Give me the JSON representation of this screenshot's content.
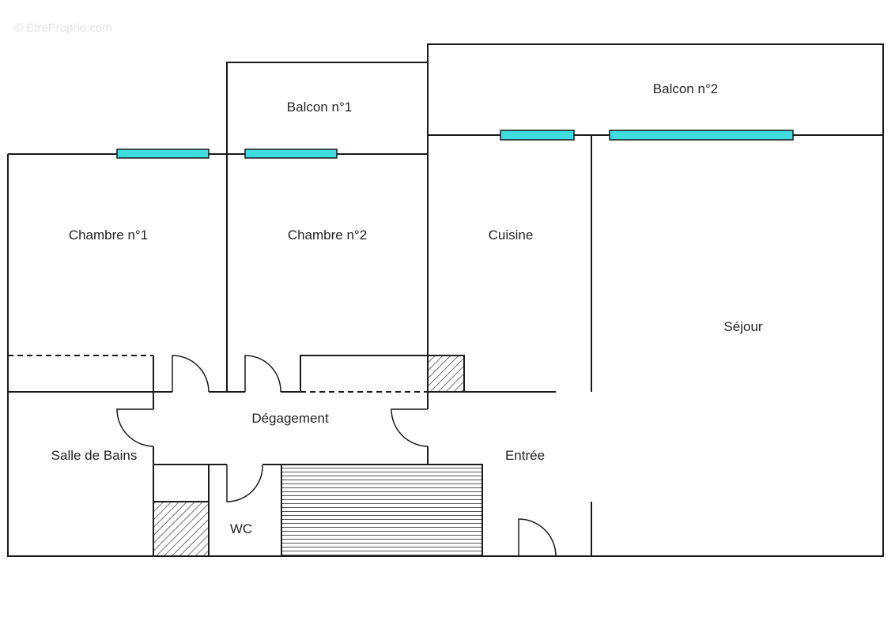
{
  "watermark": "© EtreProprio.com",
  "colors": {
    "wall": "#1a1a1a",
    "window": "#3fdde0",
    "background": "#ffffff",
    "hatch": "#333333"
  },
  "rooms": {
    "balcon_1": "Balcon n°1",
    "balcon_2": "Balcon n°2",
    "chambre_1": "Chambre n°1",
    "chambre_2": "Chambre n°2",
    "cuisine": "Cuisine",
    "sejour": "Séjour",
    "degagement": "Dégagement",
    "salle_de_bains": "Salle de Bains",
    "entree": "Entrée",
    "wc": "WC"
  }
}
